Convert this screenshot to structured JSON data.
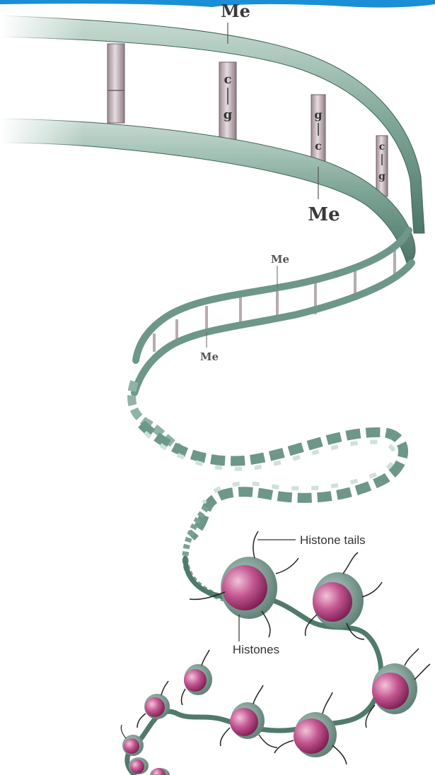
{
  "labels": {
    "me_top": "Me",
    "me_large": "Me",
    "me_mid_upper": "Me",
    "me_mid_lower": "Me",
    "histone_tails": "Histone tails",
    "histones": "Histones"
  },
  "base_pairs": [
    {
      "upper": "c",
      "lower": "g"
    },
    {
      "upper": "g",
      "lower": "c"
    },
    {
      "upper": "c",
      "lower": "g"
    }
  ],
  "colors": {
    "top_bar": "#1a8fd6",
    "backbone": "#5f8c7c",
    "backbone_light": "#a9c6b9",
    "rung": "#c7b9bf",
    "histone": "#b0407a",
    "histone_light": "#e9a6c8",
    "histone_ring": "#7e9d94"
  }
}
